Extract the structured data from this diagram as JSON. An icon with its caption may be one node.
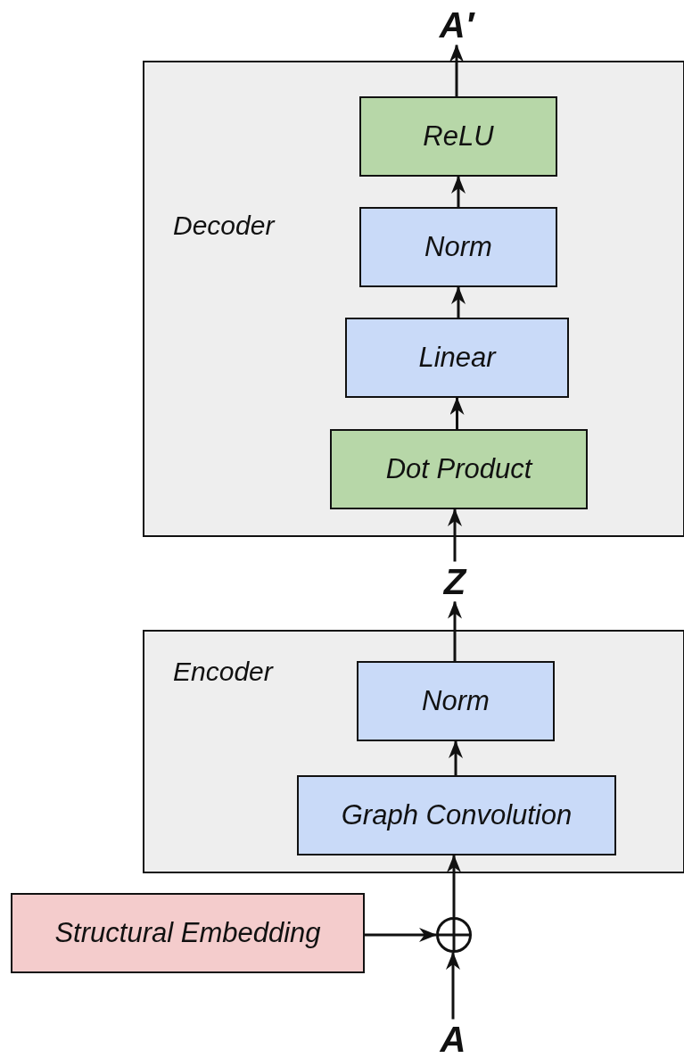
{
  "diagram": {
    "nodes": [
      {
        "text": [
          "Decoder"
        ]
      },
      {
        "text": [
          "ReLU"
        ],
        "in": 0
      },
      {
        "text": [
          "Norm"
        ],
        "in": 0
      },
      {
        "text": [
          "Linear"
        ],
        "in": 0
      },
      {
        "text": [
          "Dot Product"
        ],
        "in": 0
      },
      {
        "text": [
          "A′"
        ]
      },
      {
        "text": [
          "Z"
        ]
      },
      {
        "text": [
          "Encoder"
        ]
      },
      {
        "text": [
          "Norm"
        ],
        "in": 7
      },
      {
        "text": [
          "Graph Convolution"
        ],
        "in": 7
      },
      {
        "text": [
          "Structural Embedding"
        ]
      },
      {
        "text": [],
        "shape": "circle"
      },
      {
        "text": [
          "A"
        ]
      }
    ],
    "edges": [
      {
        "from": 1,
        "to": 5,
        "arrow": "to"
      },
      {
        "from": 2,
        "to": 1,
        "arrow": "to"
      },
      {
        "from": 3,
        "to": 2,
        "arrow": "to"
      },
      {
        "from": 4,
        "to": 3,
        "arrow": "to"
      },
      {
        "from": 6,
        "to": 4,
        "arrow": "to"
      },
      {
        "from": 8,
        "to": 6,
        "arrow": "to"
      },
      {
        "from": 9,
        "to": 8,
        "arrow": "to"
      },
      {
        "from": 11,
        "to": 9,
        "arrow": "to"
      },
      {
        "from": 10,
        "to": 11,
        "arrow": "to"
      },
      {
        "from": 12,
        "to": 11,
        "arrow": "to"
      }
    ]
  }
}
